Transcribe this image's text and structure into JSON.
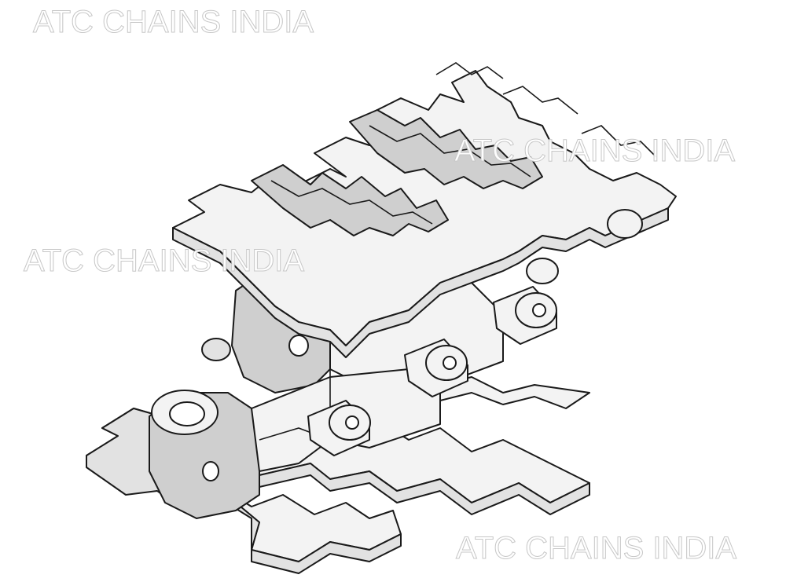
{
  "watermarks": [
    "ATC CHAINS INDIA",
    "ATC CHAINS INDIA",
    "ATC CHAINS INDIA",
    "ATC CHAINS INDIA"
  ],
  "illustration": {
    "subject": "conveyor-chain-isometric-drawing",
    "colors": {
      "background": "#ffffff",
      "part_fill": "#f3f3f3",
      "part_shade": "#cfcfcf",
      "outline": "#1a1a1a",
      "watermark_outline": "#c7c7c7"
    }
  }
}
